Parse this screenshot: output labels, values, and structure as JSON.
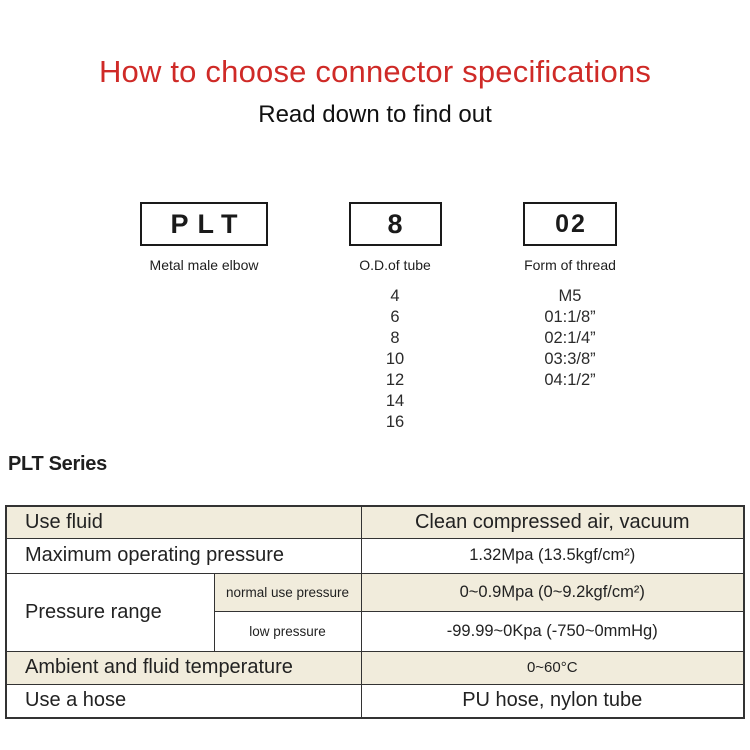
{
  "header": {
    "title": "How to choose connector specifications",
    "subtitle": "Read down to find out"
  },
  "model_code": {
    "segments": [
      {
        "code": "PLT",
        "label": "Metal male elbow",
        "options": []
      },
      {
        "code": "8",
        "label": "O.D.of tube",
        "options": [
          "4",
          "6",
          "8",
          "10",
          "12",
          "14",
          "16"
        ]
      },
      {
        "code": "02",
        "label": "Form of thread",
        "options": [
          "M5",
          "01:1/8”",
          "02:1/4”",
          "03:3/8”",
          "04:1/2”"
        ]
      }
    ]
  },
  "series": {
    "heading": "PLT Series"
  },
  "spec_table": {
    "rows": [
      {
        "label": "Use fluid",
        "value": "Clean compressed air, vacuum"
      },
      {
        "label": "Maximum operating pressure",
        "value": "1.32Mpa (13.5kgf/cm²)"
      },
      {
        "label": "Pressure range",
        "sub_rows": [
          {
            "label": "normal use pressure",
            "value": "0~0.9Mpa (0~9.2kgf/cm²)"
          },
          {
            "label": "low pressure",
            "value": "-99.99~0Kpa (-750~0mmHg)"
          }
        ]
      },
      {
        "label": "Ambient and fluid temperature",
        "value": "0~60°C"
      },
      {
        "label": "Use a hose",
        "value": "PU hose, nylon tube"
      }
    ]
  },
  "colors": {
    "title_red": "#cf2a27",
    "row_beige": "#f1ecdc",
    "table_border": "#333333"
  }
}
